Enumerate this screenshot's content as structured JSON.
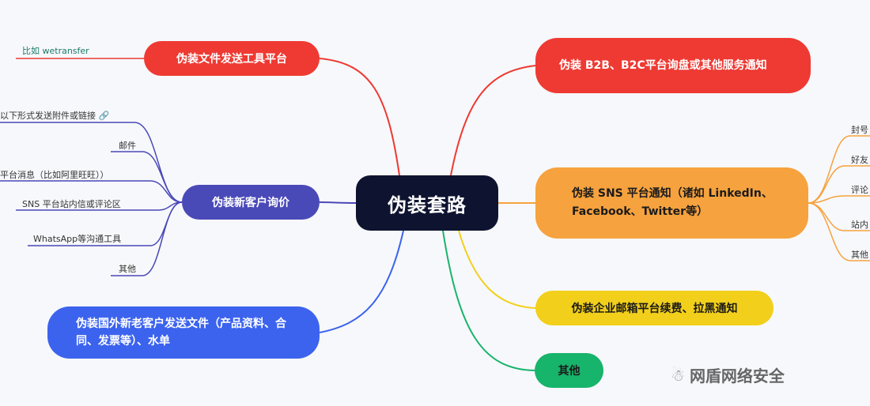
{
  "center": "伪装套路",
  "left_nodes": {
    "file_tool": "伪装文件发送工具平台",
    "new_customer": "伪装新客户询价",
    "send_files": "伪装国外新老客户发送文件（产品资料、合同、发票等）、水单"
  },
  "right_nodes": {
    "b2b": "伪装 B2B、B2C平台询盘或其他服务通知",
    "sns": "伪装 SNS 平台通知（诸如 LinkedIn、Facebook、Twitter等）",
    "email_platform": "伪装企业邮箱平台续费、拉黑通知",
    "other": "其他"
  },
  "left_leaves": {
    "wetransfer": "比如 wetransfer",
    "attachment": "以下形式发送附件或链接",
    "mail": "邮件",
    "platform_msg": "平台消息（比如阿里旺旺））",
    "sns_msg": "SNS 平台站内信或评论区",
    "whatsapp": "WhatsApp等沟通工具",
    "other": "其他"
  },
  "right_leaves": [
    "封号",
    "好友",
    "评论",
    "站内",
    "其他"
  ],
  "watermark": "网盾网络安全",
  "colors": {
    "red": "#ee3a33",
    "purple": "#4a49b8",
    "blue": "#3c63ee",
    "orange": "#f6a23e",
    "yellow": "#f2cf1b",
    "green": "#17b46b",
    "navy": "#0e1430"
  }
}
